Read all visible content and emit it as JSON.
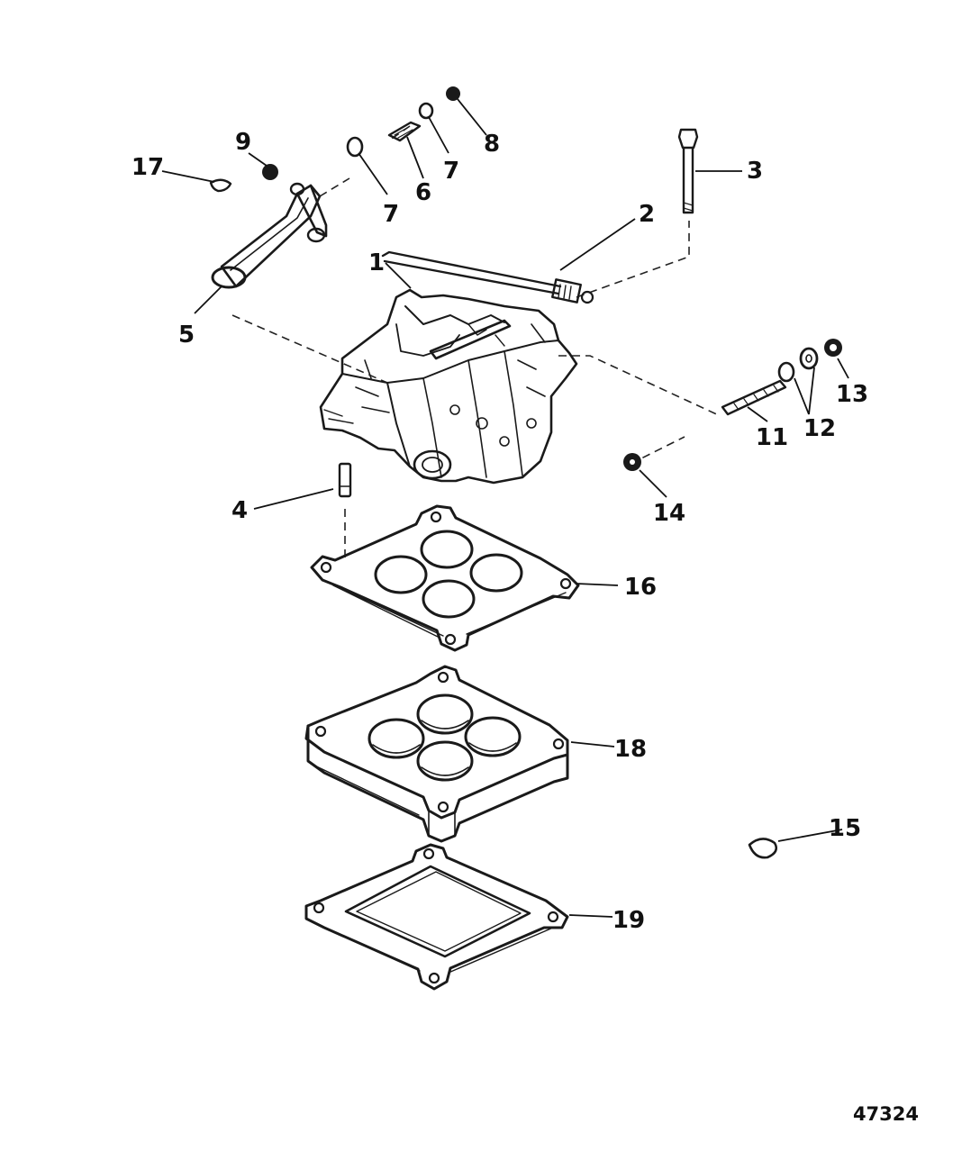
{
  "figure_number": "47324",
  "callouts": [
    {
      "id": "c1",
      "label": "1"
    },
    {
      "id": "c2",
      "label": "2"
    },
    {
      "id": "c3",
      "label": "3"
    },
    {
      "id": "c4",
      "label": "4"
    },
    {
      "id": "c5",
      "label": "5"
    },
    {
      "id": "c6",
      "label": "6"
    },
    {
      "id": "c7a",
      "label": "7"
    },
    {
      "id": "c7b",
      "label": "7"
    },
    {
      "id": "c8",
      "label": "8"
    },
    {
      "id": "c9",
      "label": "9"
    },
    {
      "id": "c11",
      "label": "11"
    },
    {
      "id": "c12",
      "label": "12"
    },
    {
      "id": "c13",
      "label": "13"
    },
    {
      "id": "c14",
      "label": "14"
    },
    {
      "id": "c15",
      "label": "15"
    },
    {
      "id": "c16",
      "label": "16"
    },
    {
      "id": "c17",
      "label": "17"
    },
    {
      "id": "c18",
      "label": "18"
    },
    {
      "id": "c19",
      "label": "19"
    }
  ],
  "colors": {
    "ink": "#1a1a1a",
    "background": "#ffffff"
  }
}
